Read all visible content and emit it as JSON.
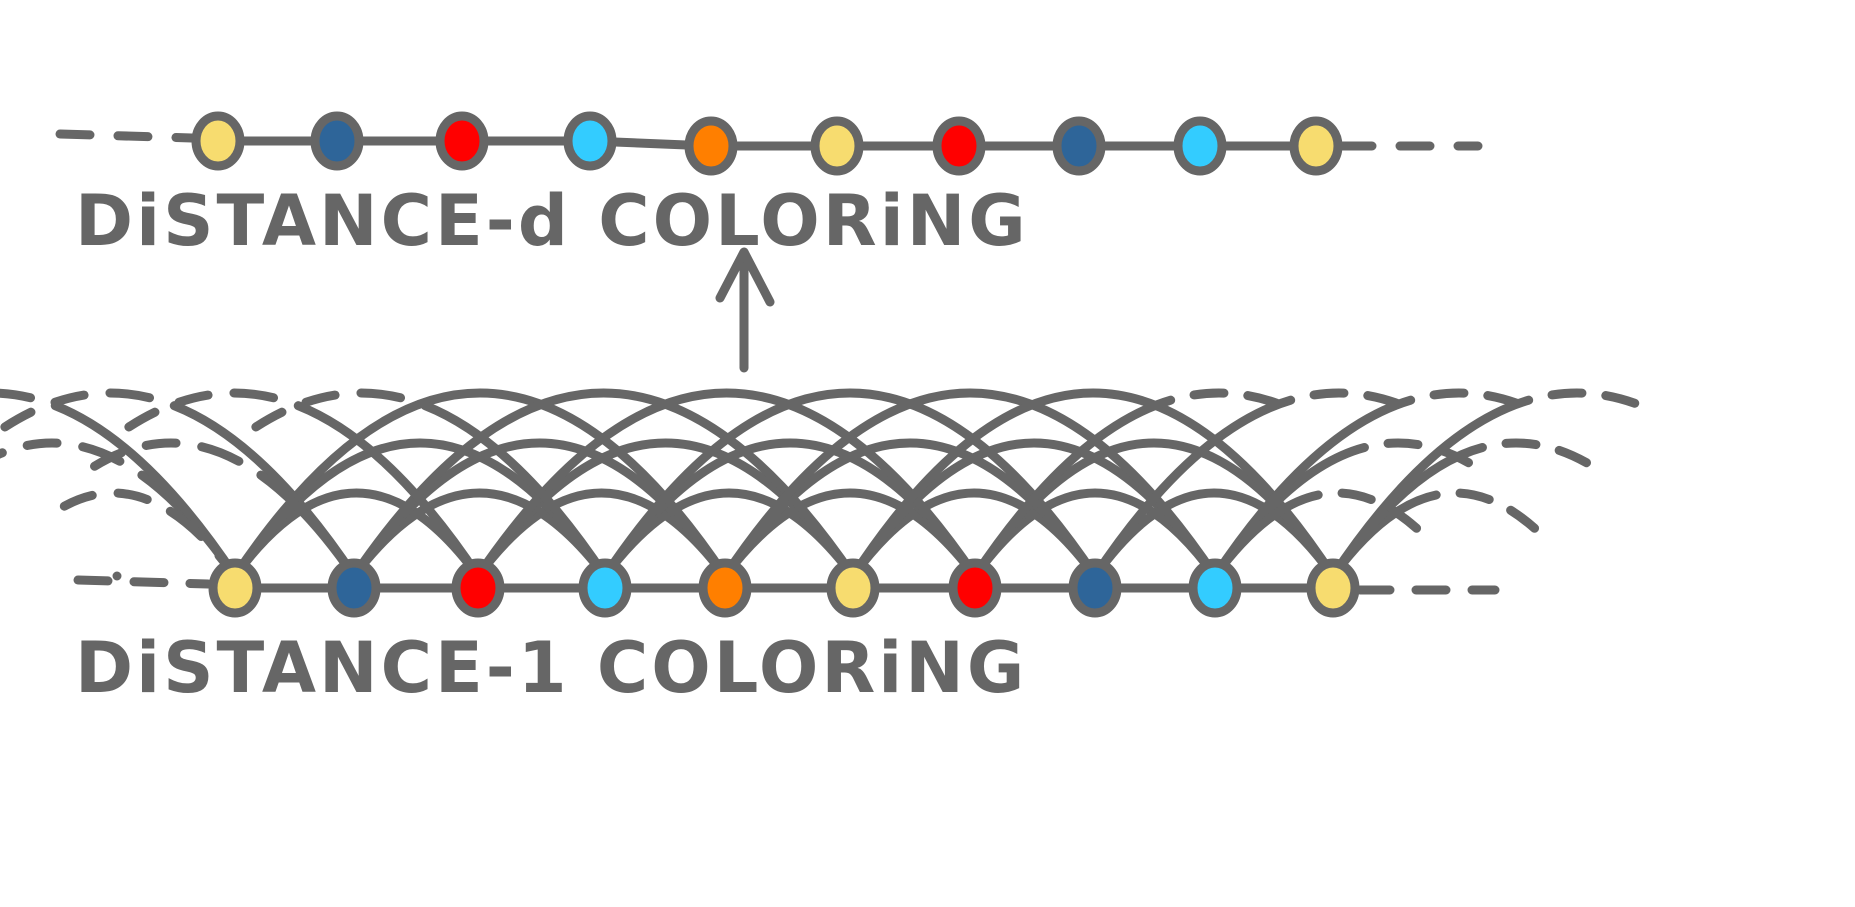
{
  "colors": {
    "ink": "#666666",
    "background": "#ffffff",
    "palette": {
      "yellow": "#f7dc6f",
      "dark_blue": "#2e6599",
      "red": "#ff0000",
      "light_blue": "#33ccff",
      "orange": "#ff7f00"
    }
  },
  "top_chain": {
    "label": "DiSTANCE-d COLORiNG",
    "nodes": [
      "yellow",
      "dark_blue",
      "red",
      "light_blue",
      "orange",
      "yellow",
      "red",
      "dark_blue",
      "light_blue",
      "yellow"
    ]
  },
  "bottom_chain": {
    "label": "DiSTANCE-1 COLORiNG",
    "nodes": [
      "yellow",
      "dark_blue",
      "red",
      "light_blue",
      "orange",
      "yellow",
      "red",
      "dark_blue",
      "light_blue",
      "yellow"
    ],
    "arc_spans": [
      2,
      3,
      4
    ]
  },
  "arrow": {
    "direction": "up"
  }
}
